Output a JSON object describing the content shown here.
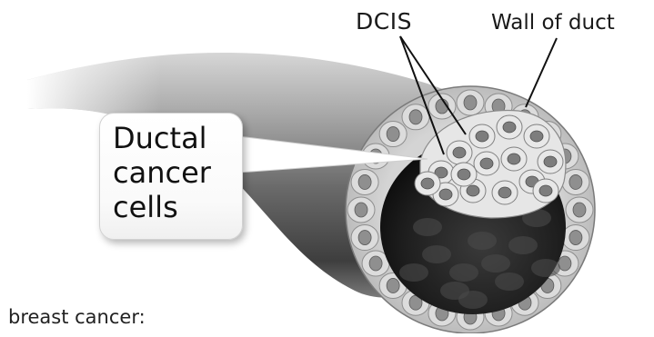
{
  "labels": {
    "dcis": "DCIS",
    "wall_of_duct": "Wall of duct",
    "callout_lines": [
      "Ductal",
      "cancer",
      "cells"
    ],
    "caption": "breast cancer:"
  },
  "colors": {
    "background": "#ffffff",
    "tube_dark": "#4a4a4a",
    "tube_light": "#d8d8d8",
    "cell_fill": "#e4e4e4",
    "nucleus_fill": "#8c8c8c",
    "lumen": "#2a2a2a",
    "text": "#1a1a1a"
  }
}
